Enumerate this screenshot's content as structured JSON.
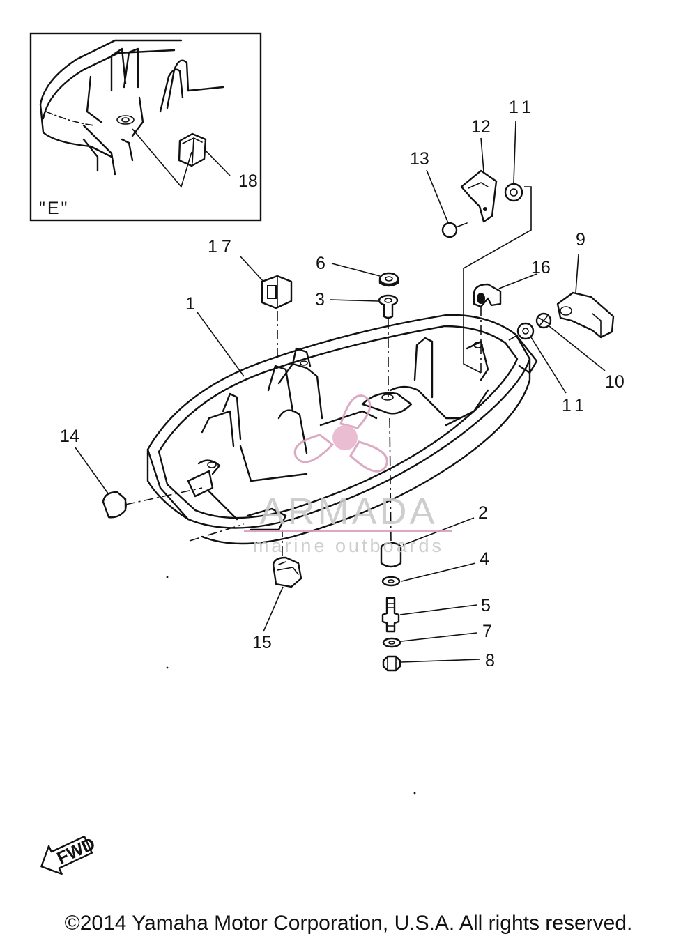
{
  "inset": {
    "view_label": "\"E\""
  },
  "callouts": [
    "1",
    "2",
    "3",
    "4",
    "5",
    "6",
    "7",
    "8",
    "9",
    "10",
    "11",
    "11",
    "12",
    "13",
    "14",
    "15",
    "16",
    "17",
    "18"
  ],
  "fwd_label": "FWD",
  "watermark": {
    "brand": "ARMADA",
    "tagline": "marine outboards",
    "color": "#d9a0bd"
  },
  "copyright": "©2014 Yamaha Motor Corporation, U.S.A. All rights reserved."
}
